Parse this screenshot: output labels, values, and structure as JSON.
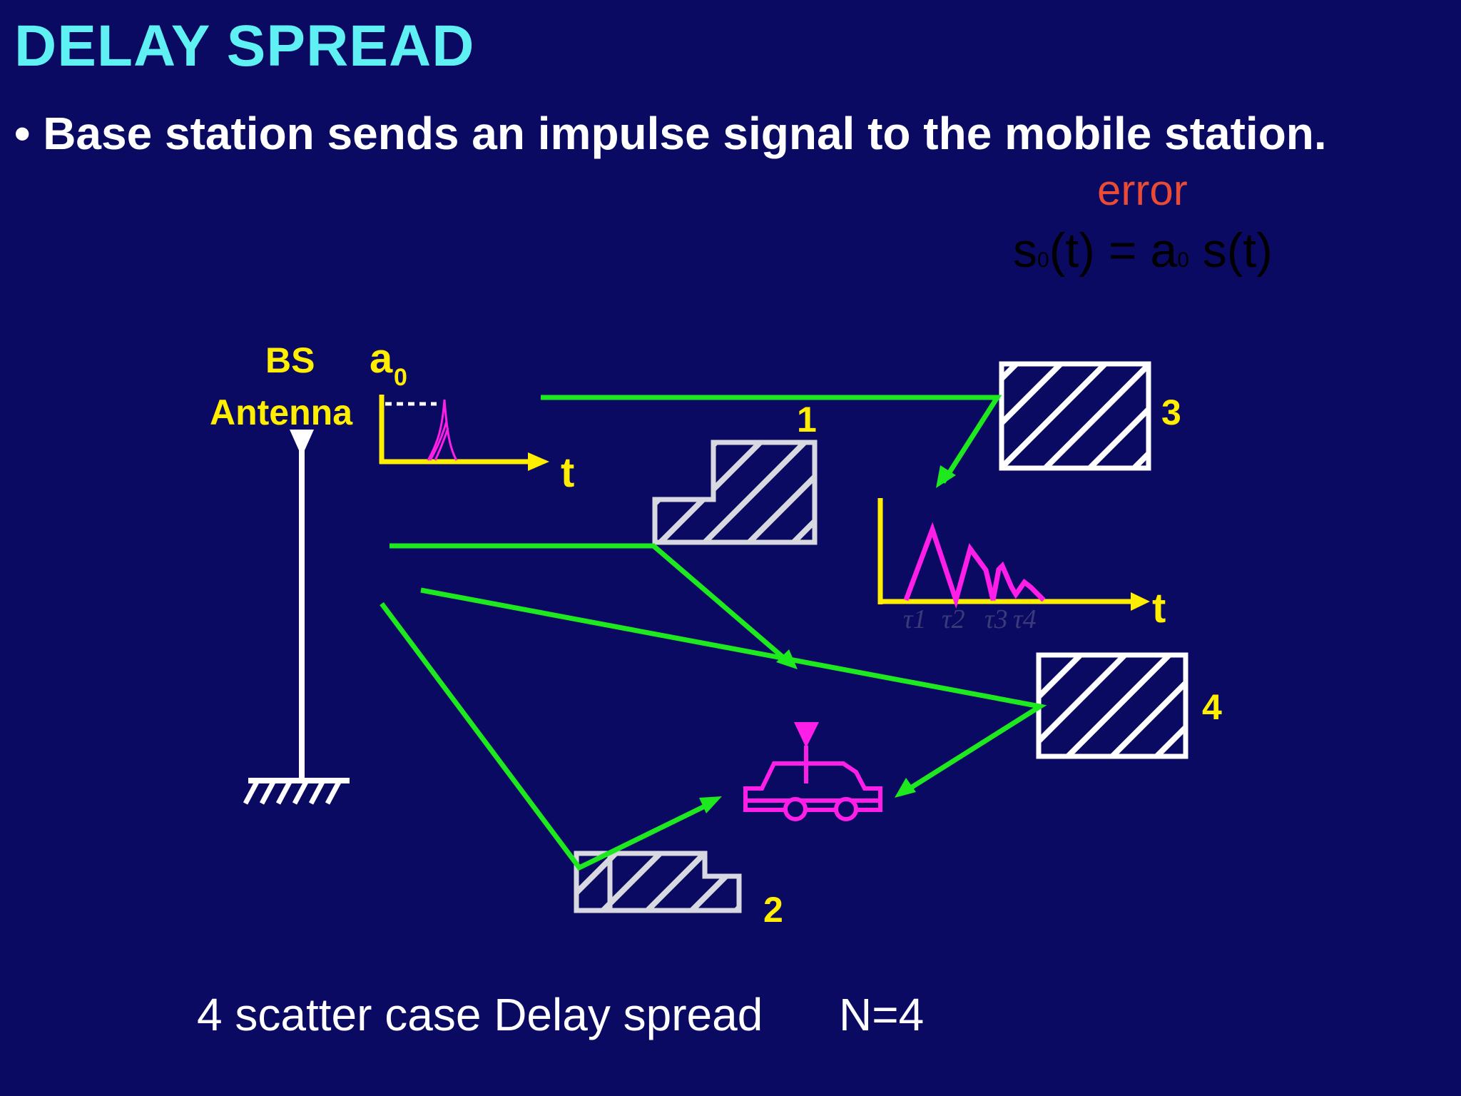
{
  "title": "DELAY SPREAD",
  "bullet": "Base station sends an impulse signal to the mobile station.",
  "error_label": "error",
  "formula": {
    "s": "s",
    "s_sub": "0",
    "rest1": "(t) = a",
    "a_sub": "0",
    "rest2": " s(t)"
  },
  "diagram": {
    "bs_label": "BS",
    "antenna_label": "Antenna",
    "amp_label": "a",
    "amp_sub": "0",
    "time_label_1": "t",
    "time_label_2": "t",
    "scatterers": [
      "1",
      "2",
      "3",
      "4"
    ],
    "delays": [
      "τ1",
      "τ2",
      "τ3",
      "τ4"
    ]
  },
  "caption": "4 scatter case Delay spread      N=4",
  "colors": {
    "background": "#0b0a63",
    "title": "#5ef0f2",
    "rays": "#1ee81e",
    "axes": "#ffee00",
    "pulse": "#ff1ee8",
    "error": "#e94b35"
  }
}
